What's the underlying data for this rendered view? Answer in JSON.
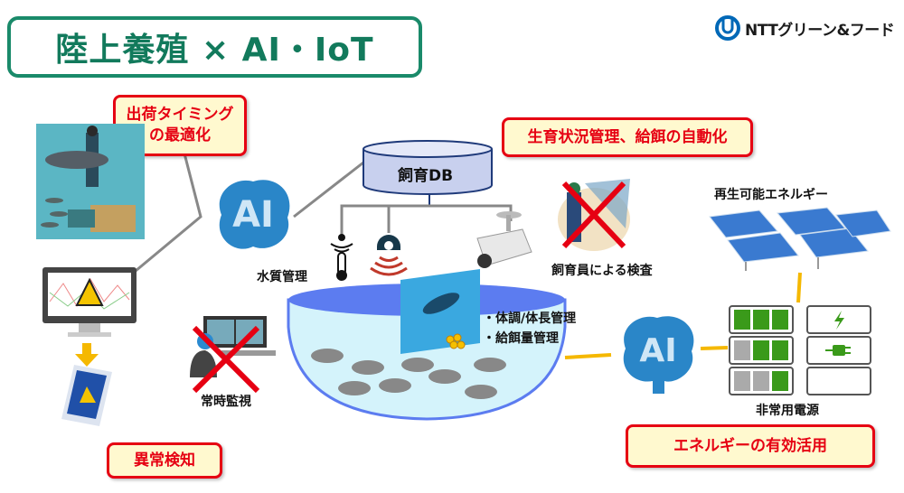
{
  "title": "陸上養殖 × AI・IoT",
  "logo": {
    "text": "NTTグリーン&フード",
    "icon": "ntt-logo-icon"
  },
  "callouts": {
    "shipping": [
      "出荷タイミング",
      "の最適化"
    ],
    "growth": "生育状況管理、給餌の自動化",
    "anomaly": "異常検知",
    "energy": "エネルギーの有効活用"
  },
  "db": {
    "label": "飼育DB"
  },
  "labels": {
    "water_quality": "水質管理",
    "inspection": "飼育員による検査",
    "renewable": "再生可能エネルギー",
    "monitoring": "常時監視",
    "emergency_power": "非常用電源",
    "ai": "AI"
  },
  "tank_points": [
    "・体調/体長管理",
    "・給餌量管理"
  ],
  "colors": {
    "title_green": "#127a5c",
    "callout_red": "#e60012",
    "callout_bg": "#fff9cf",
    "connector_yellow": "#f5b800",
    "battery_green": "#3a9a1a"
  }
}
